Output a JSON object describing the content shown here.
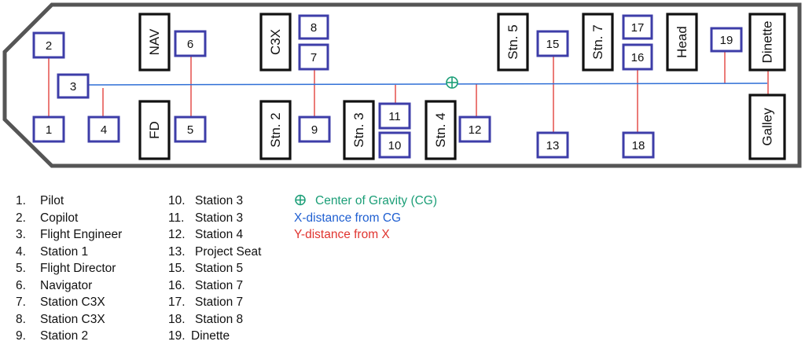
{
  "zones": [
    {
      "id": "nav",
      "label": "NAV"
    },
    {
      "id": "fd",
      "label": "FD"
    },
    {
      "id": "c3x",
      "label": "C3X"
    },
    {
      "id": "stn2",
      "label": "Stn. 2"
    },
    {
      "id": "stn3",
      "label": "Stn. 3"
    },
    {
      "id": "stn4",
      "label": "Stn. 4"
    },
    {
      "id": "stn5",
      "label": "Stn. 5"
    },
    {
      "id": "stn7",
      "label": "Stn. 7"
    },
    {
      "id": "head",
      "label": "Head"
    },
    {
      "id": "dinette",
      "label": "Dinette"
    },
    {
      "id": "galley",
      "label": "Galley"
    }
  ],
  "seats": [
    "1",
    "2",
    "3",
    "4",
    "5",
    "6",
    "7",
    "8",
    "9",
    "10",
    "11",
    "12",
    "13",
    "15",
    "16",
    "17",
    "18",
    "19"
  ],
  "cg_symbol": "⊕",
  "legend_left": [
    {
      "num": "1.",
      "label": "Pilot"
    },
    {
      "num": "2.",
      "label": "Copilot"
    },
    {
      "num": "3.",
      "label": "Flight Engineer"
    },
    {
      "num": "4.",
      "label": "Station 1"
    },
    {
      "num": "5.",
      "label": "Flight Director"
    },
    {
      "num": "6.",
      "label": "Navigator"
    },
    {
      "num": "7.",
      "label": "Station C3X"
    },
    {
      "num": "8.",
      "label": "Station C3X"
    },
    {
      "num": "9.",
      "label": "Station 2"
    }
  ],
  "legend_mid": [
    {
      "num": "10.",
      "label": "Station 3"
    },
    {
      "num": "11.",
      "label": "Station 3"
    },
    {
      "num": "12.",
      "label": "Station 4"
    },
    {
      "num": "13.",
      "label": "Project Seat"
    },
    {
      "num": "15.",
      "label": "Station 5"
    },
    {
      "num": "16.",
      "label": "Station 7"
    },
    {
      "num": "17.",
      "label": "Station 7"
    },
    {
      "num": "18.",
      "label": "Station 8"
    },
    {
      "num": "19.",
      "label": "Dinette"
    }
  ],
  "key": {
    "cg": "Center of Gravity (CG)",
    "x_distance": "X-distance from CG",
    "y_distance": "Y-distance from X"
  },
  "colors": {
    "fuselage": "#555555",
    "seat_box": "#3d3da8",
    "x_line": "#2f6fd6",
    "y_line": "#e0342f",
    "cg": "#1b9e77"
  }
}
